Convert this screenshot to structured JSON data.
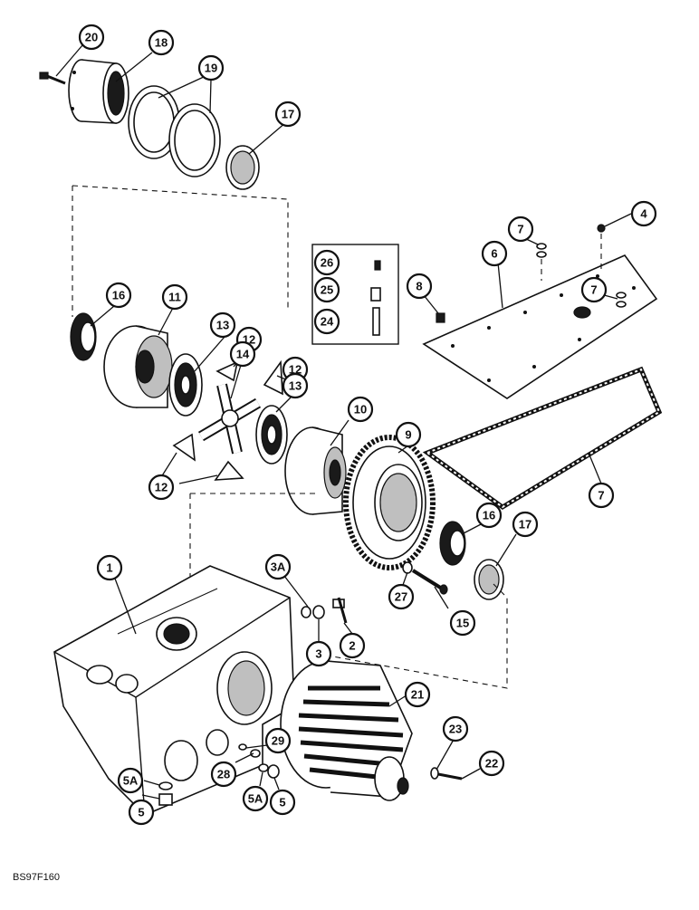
{
  "figure_code": "BS97F160",
  "callouts": [
    "20",
    "18",
    "19",
    "17",
    "4",
    "7",
    "26",
    "25",
    "24",
    "8",
    "6",
    "7",
    "16",
    "11",
    "13",
    "12",
    "14",
    "12",
    "13",
    "10",
    "9",
    "12",
    "7",
    "16",
    "17",
    "1",
    "3A",
    "27",
    "3",
    "2",
    "15",
    "21",
    "23",
    "22",
    "29",
    "28",
    "5A",
    "5",
    "5A",
    "5"
  ]
}
